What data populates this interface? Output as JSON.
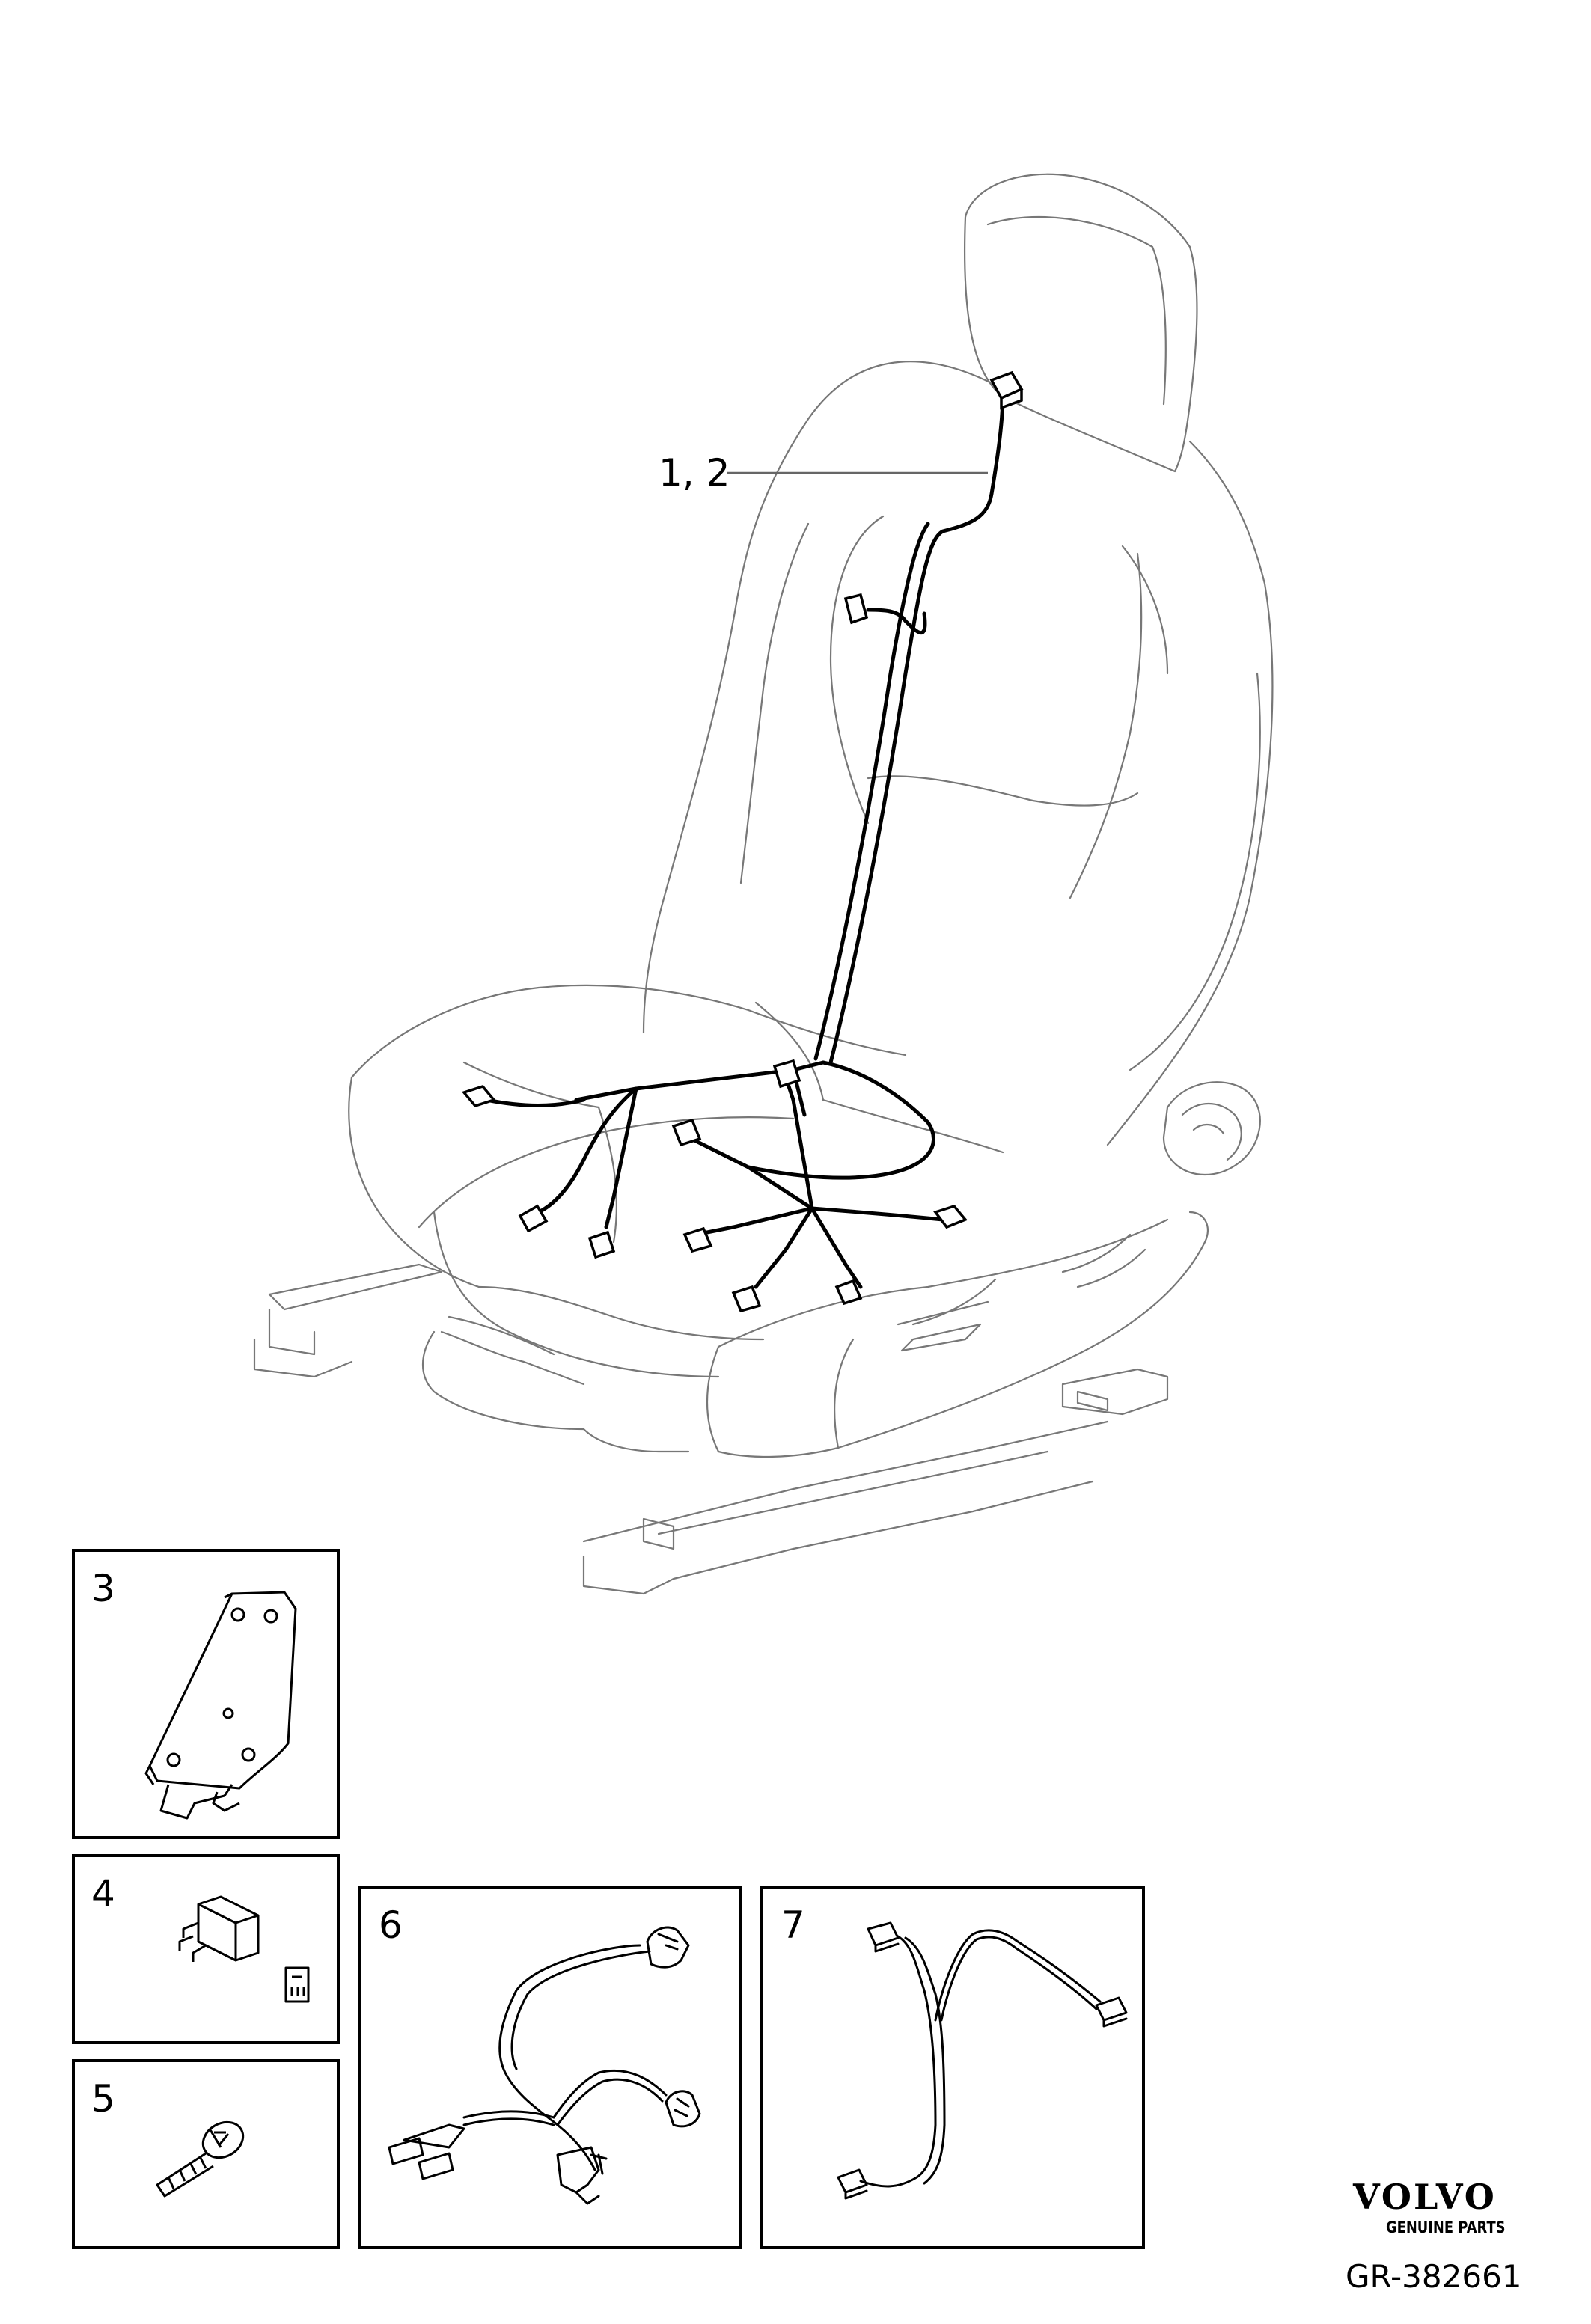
{
  "main_callout": "1, 2",
  "panels": [
    {
      "number": "3",
      "part": "bracket"
    },
    {
      "number": "4",
      "part": "relay"
    },
    {
      "number": "5",
      "part": "screw"
    },
    {
      "number": "6",
      "part": "wiring-harness"
    },
    {
      "number": "7",
      "part": "cable-harness"
    }
  ],
  "brand": {
    "name": "VOLVO",
    "tagline": "GENUINE PARTS"
  },
  "drawing_ref": "GR-382661",
  "colors": {
    "line": "#000000",
    "outline": "#6a6a6a",
    "background": "#ffffff"
  }
}
